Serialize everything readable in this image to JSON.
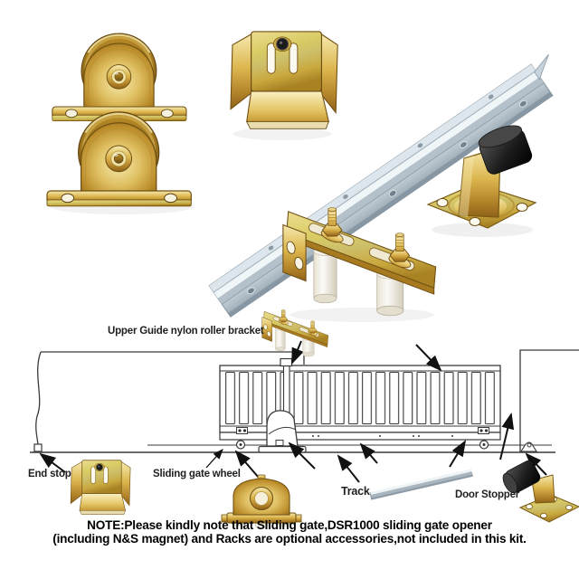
{
  "diagram_labels": {
    "upper_guide": "Upper Guide nylon roller bracket",
    "end_stop": "End stop",
    "sliding_gate_wheel": "Sliding gate wheel",
    "track": "Track",
    "door_stopper": "Door Stopper"
  },
  "note": {
    "line1": "NOTE:Please kindly note that Sliding gate,DSR1000 sliding gate opener",
    "line2": "(including N&S magnet) and Racks are optional accessories,not included in this kit."
  },
  "pictured_items": [
    "sliding gate wheel",
    "sliding gate wheel",
    "end stop",
    "track",
    "door stopper",
    "upper guide nylon roller bracket"
  ],
  "colors": {
    "brass_gold": "#c99a31",
    "galvanized_steel": "#bcc8d0",
    "rubber_black": "#1c1c1c",
    "nylon_white": "#f3f0e7",
    "line_art": "#3a3a3a",
    "background": "#ffffff"
  }
}
